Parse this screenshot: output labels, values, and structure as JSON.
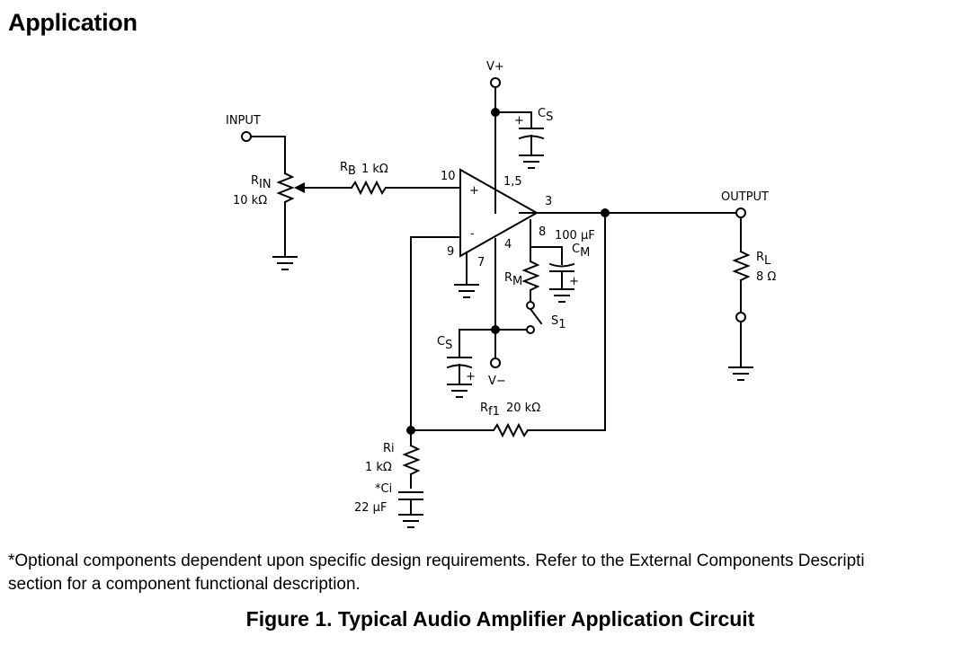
{
  "heading": "Application",
  "labels": {
    "vplus": "V+",
    "vminus": "V−",
    "input": "INPUT",
    "output": "OUTPUT",
    "rin_main": "R",
    "rin_sub": "IN",
    "rin_value": "10 kΩ",
    "rb_main": "R",
    "rb_sub": "B",
    "rb_value": "1 kΩ",
    "pin10": "10",
    "pin15": "1,5",
    "pin3": "3",
    "pin9": "9",
    "pin4": "4",
    "pin7": "7",
    "pin8": "8",
    "plus_sign": "+",
    "minus_sign": "-",
    "cs_top_main": "C",
    "cs_top_sub": "S",
    "cs_bot_main": "C",
    "cs_bot_sub": "S",
    "cm_value": "100 μF",
    "cm_main": "C",
    "cm_sub": "M",
    "rm_main": "R",
    "rm_sub": "M",
    "s1_main": "S",
    "s1_sub": "1",
    "rl_main": "R",
    "rl_sub": "L",
    "rl_value": "8 Ω",
    "rf1_main": "R",
    "rf1_sub": "f1",
    "rf1_value": "20 kΩ",
    "ri_label": "Ri",
    "ri_value": "1 kΩ",
    "ci_label": "*Ci",
    "ci_value": "22 μF",
    "cap_plus": "+"
  },
  "note_line1": "*Optional components dependent upon specific design requirements. Refer to the External Components Descripti",
  "note_line2": "section for a component functional description.",
  "caption": "Figure 1.  Typical Audio Amplifier Application Circuit"
}
